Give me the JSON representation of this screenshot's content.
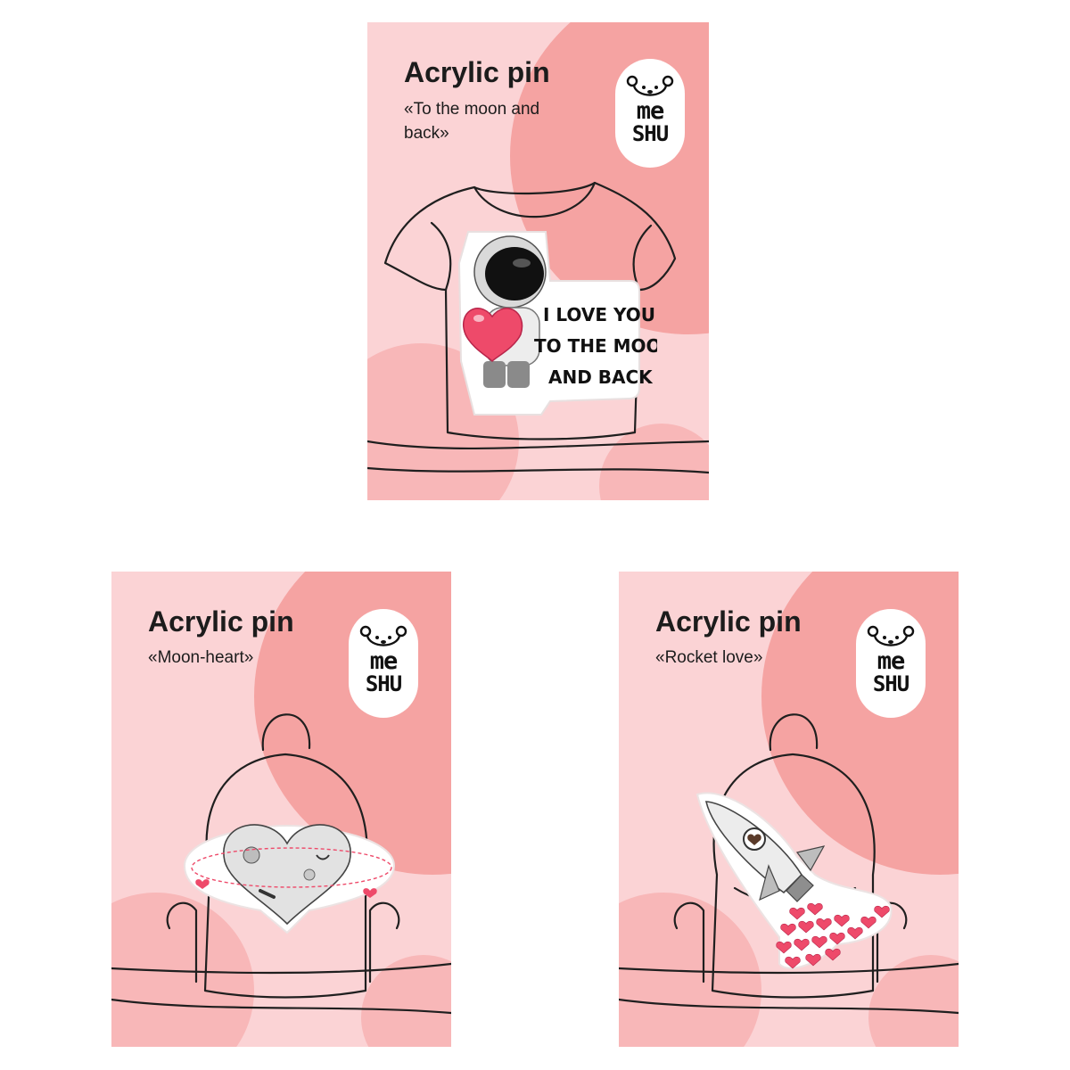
{
  "cards": [
    {
      "title": "Acrylic pin",
      "subtitle": "«To the moon and back»",
      "logo": {
        "line1": "me",
        "line2": "SHU"
      },
      "pin_text": [
        "I LOVE YOU",
        "TO THE MOON",
        "AND BACK"
      ]
    },
    {
      "title": "Acrylic pin",
      "subtitle": "«Moon-heart»",
      "logo": {
        "line1": "me",
        "line2": "SHU"
      }
    },
    {
      "title": "Acrylic pin",
      "subtitle": "«Rocket love»",
      "logo": {
        "line1": "me",
        "line2": "SHU"
      }
    }
  ],
  "colors": {
    "card_bg": "#fbd3d5",
    "circle_light": "#f8b7b8",
    "circle_dark": "#f5a3a2",
    "heart": "#ee4a6a",
    "outline": "#1f1f1f"
  },
  "icons": [
    "bear-logo-icon",
    "tshirt-outline-icon",
    "backpack-outline-icon",
    "astronaut-icon",
    "moon-heart-icon",
    "rocket-icon"
  ]
}
